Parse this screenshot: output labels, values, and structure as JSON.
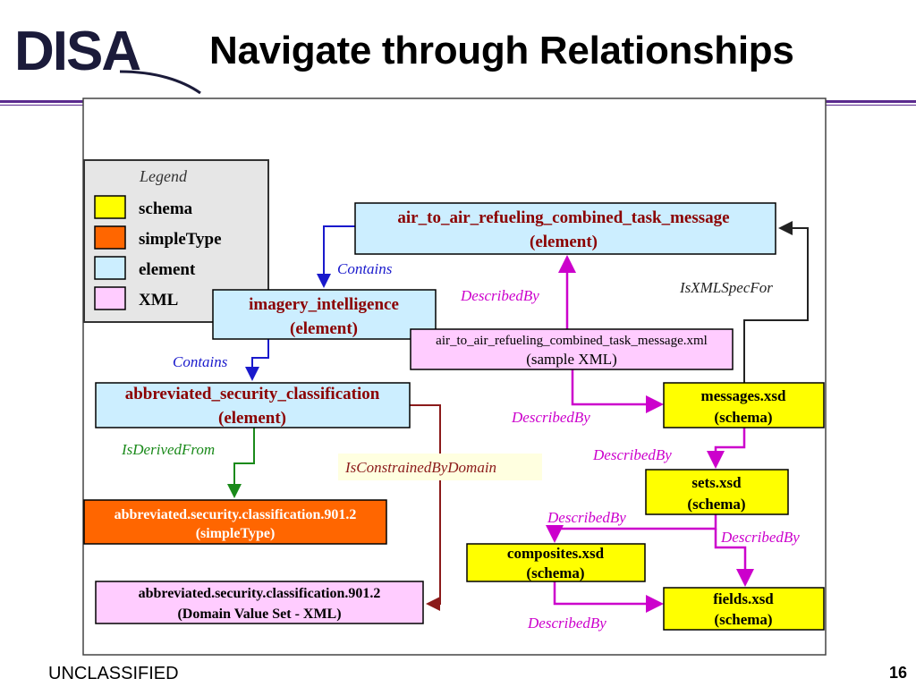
{
  "logo": {
    "text": "DISA"
  },
  "title": "Navigate through Relationships",
  "footer": {
    "classification": "UNCLASSIFIED",
    "page_number": "16"
  },
  "legend": {
    "title": "Legend",
    "items": [
      {
        "label": "schema",
        "color": "#ffff00"
      },
      {
        "label": "simpleType",
        "color": "#ff6600"
      },
      {
        "label": "element",
        "color": "#cceeff"
      },
      {
        "label": "XML",
        "color": "#ffccff"
      }
    ]
  },
  "nodes": {
    "combined_task_message_element": {
      "line1": "air_to_air_refueling_combined_task_message",
      "line2": "(element)"
    },
    "imagery_intelligence": {
      "line1": "imagery_intelligence",
      "line2": "(element)"
    },
    "combined_task_message_xml": {
      "line1": "air_to_air_refueling_combined_task_message.xml",
      "line2": "(sample XML)"
    },
    "abbreviated_security_classification": {
      "line1": "abbreviated_security_classification",
      "line2": "(element)"
    },
    "messages_xsd": {
      "line1": "messages.xsd",
      "line2": "(schema)"
    },
    "sets_xsd": {
      "line1": "sets.xsd",
      "line2": "(schema)"
    },
    "composites_xsd": {
      "line1": "composites.xsd",
      "line2": "(schema)"
    },
    "fields_xsd": {
      "line1": "fields.xsd",
      "line2": "(schema)"
    },
    "simple_type": {
      "line1": "abbreviated.security.classification.901.2",
      "line2": "(simpleType)"
    },
    "domain_value_set": {
      "line1": "abbreviated.security.classification.901.2",
      "line2": "(Domain Value Set - XML)"
    }
  },
  "edges": {
    "contains_1": "Contains",
    "contains_2": "Contains",
    "described_by_1": "DescribedBy",
    "is_xml_spec_for": "IsXMLSpecFor",
    "described_by_2": "DescribedBy",
    "is_derived_from": "IsDerivedFrom",
    "is_constrained_by_domain": "IsConstrainedByDomain",
    "described_by_3": "DescribedBy",
    "described_by_4": "DescribedBy",
    "described_by_5": "DescribedBy",
    "described_by_6": "DescribedBy"
  },
  "colors": {
    "contains": "#1a1acc",
    "described_by": "#cc00cc",
    "is_xml_spec_for": "#222222",
    "is_derived_from": "#1a8a1a",
    "is_constrained_by_domain": "#8b1a1a",
    "node_title": "#8b0000",
    "rule": "#5a2a8e"
  }
}
